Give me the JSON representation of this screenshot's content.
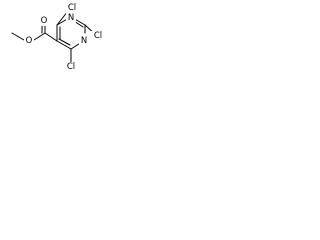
{
  "molecule": {
    "atoms": {
      "cl_top": "Cl",
      "cl_right": "Cl",
      "cl_bottom": "Cl",
      "n_top": "N",
      "n_bottom": "N",
      "o_carbonyl": "O",
      "o_ester": "O"
    }
  }
}
